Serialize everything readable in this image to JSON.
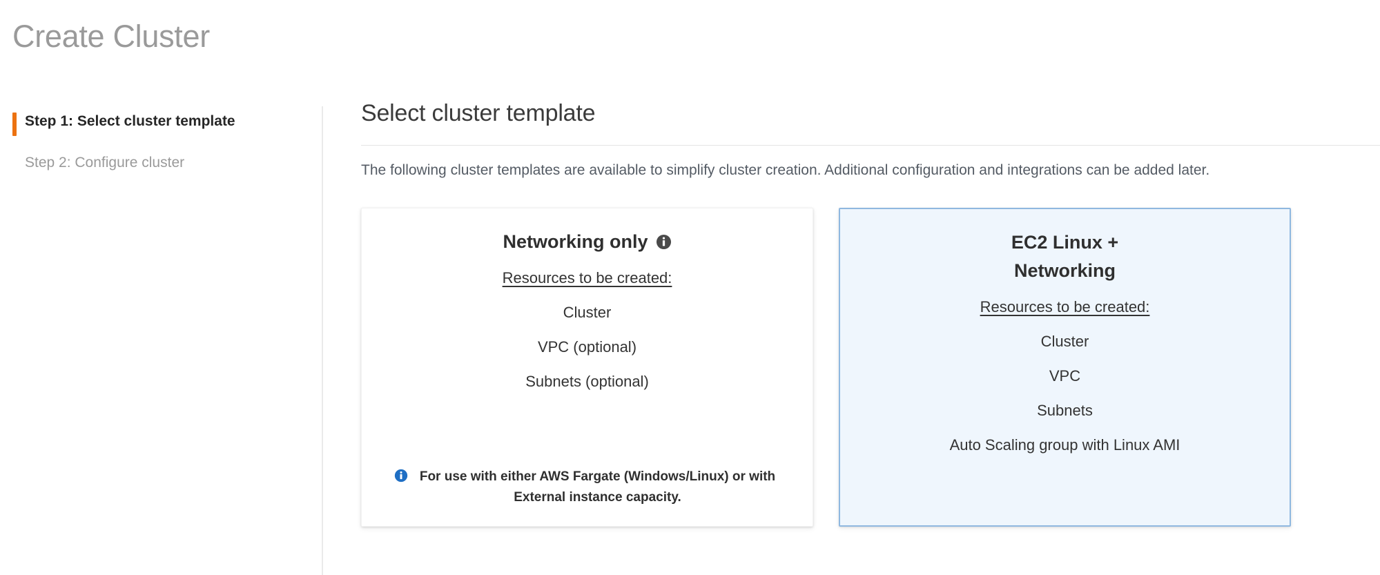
{
  "page": {
    "title": "Create Cluster"
  },
  "wizard": {
    "steps": [
      {
        "label": "Step 1: Select cluster template",
        "state": "active"
      },
      {
        "label": "Step 2: Configure cluster",
        "state": "inactive"
      }
    ]
  },
  "main": {
    "heading": "Select cluster template",
    "description": "The following cluster templates are available to simplify cluster creation. Additional configuration and integrations can be added later.",
    "cards": [
      {
        "title": "Networking only",
        "has_title_info_icon": true,
        "title_info_icon": "info-icon",
        "subtitle": "Resources to be created:",
        "resources": [
          "Cluster",
          "VPC (optional)",
          "Subnets (optional)"
        ],
        "note": "For use with either AWS Fargate (Windows/Linux) or with External instance capacity.",
        "note_icon": "info-icon",
        "selected": false
      },
      {
        "title": "EC2 Linux +\nNetworking",
        "has_title_info_icon": false,
        "subtitle": "Resources to be created:",
        "resources": [
          "Cluster",
          "VPC",
          "Subnets",
          "Auto Scaling group with Linux AMI"
        ],
        "note": "",
        "selected": true
      }
    ]
  },
  "colors": {
    "accent_orange": "#ec7211",
    "selected_card_bg": "#eff6fd",
    "selected_card_border": "#8fb8e0",
    "note_icon_blue": "#1f6fc4",
    "title_info_icon_gray": "#4a4a4a",
    "page_title_gray": "#9a9a9a"
  }
}
